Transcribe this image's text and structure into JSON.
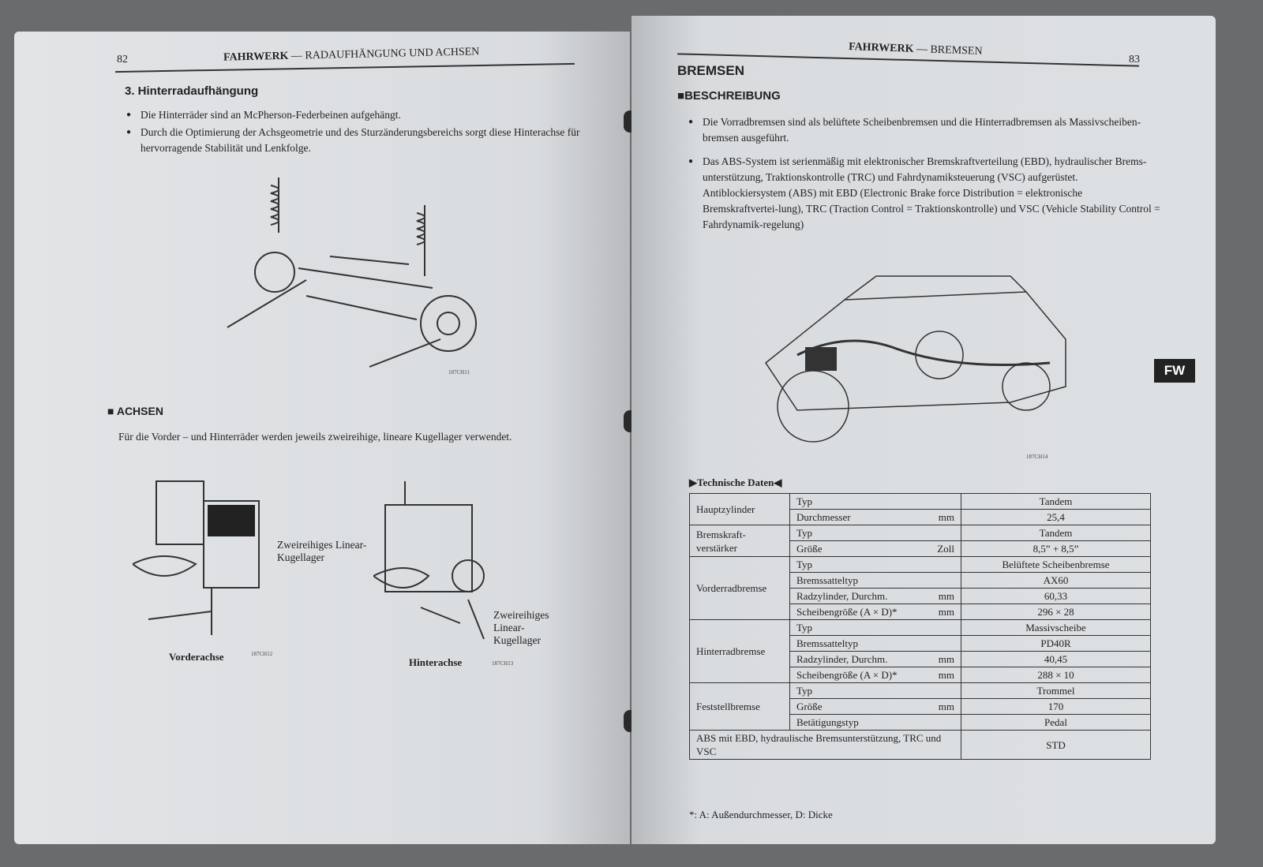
{
  "left_page": {
    "page_number": "82",
    "header_bold": "FAHRWERK",
    "header_rest": " — RADAUFHÄNGUNG UND ACHSEN",
    "section_title": "3. Hinterradaufhängung",
    "bullets": [
      "Die Hinterräder sind an McPherson-Federbeinen aufgehängt.",
      "Durch die Optimierung der Achsgeometrie und des Sturzänderungsbereichs sorgt diese Hinterachse für hervorragende Stabilität und Lenkfolge."
    ],
    "figure1_code": "187CH11",
    "achsen_heading": "ACHSEN",
    "achsen_text": "Für die Vorder – und Hinterräder werden jeweils zweireihige, lineare Kugellager verwendet.",
    "front_label": "Zweireihiges Linear-Kugellager",
    "front_caption": "Vorderachse",
    "front_code": "187CH12",
    "rear_label": "Zweireihiges Linear-Kugellager",
    "rear_caption": "Hinterachse",
    "rear_code": "187CH13"
  },
  "right_page": {
    "page_number": "83",
    "header_bold": "FAHRWERK",
    "header_rest": " — BREMSEN",
    "title": "BREMSEN",
    "section": "BESCHREIBUNG",
    "bullets": [
      "Die Vorradbremsen sind als belüftete Scheibenbremsen und die Hinterradbremsen als Massivscheiben-bremsen ausgeführt.",
      "Das ABS-System ist serienmäßig mit elektronischer Bremskraftverteilung (EBD), hydraulischer Brems-unterstützung, Traktionskontrolle (TRC) und Fahrdynamiksteuerung (VSC) aufgerüstet. Antiblockiersystem (ABS) mit EBD (Electronic Brake force Distribution = elektronische Bremskraftvertei-lung), TRC (Traction Control = Traktionskontrolle) und VSC (Vehicle Stability Control = Fahrdynamik-regelung)"
    ],
    "figure_code": "187CH14",
    "tab_label": "FW",
    "table_title": "Technische Daten",
    "table": [
      {
        "group": "Hauptzylinder",
        "rows": [
          {
            "item": "Typ",
            "unit": "",
            "value": "Tandem"
          },
          {
            "item": "Durchmesser",
            "unit": "mm",
            "value": "25,4"
          }
        ]
      },
      {
        "group": "Bremskraft-verstärker",
        "rows": [
          {
            "item": "Typ",
            "unit": "",
            "value": "Tandem"
          },
          {
            "item": "Größe",
            "unit": "Zoll",
            "value": "8,5” + 8,5”"
          }
        ]
      },
      {
        "group": "Vorderradbremse",
        "rows": [
          {
            "item": "Typ",
            "unit": "",
            "value": "Belüftete Scheibenbremse"
          },
          {
            "item": "Bremssatteltyp",
            "unit": "",
            "value": "AX60"
          },
          {
            "item": "Radzylinder, Durchm.",
            "unit": "mm",
            "value": "60,33"
          },
          {
            "item": "Scheibengröße (A × D)*",
            "unit": "mm",
            "value": "296 × 28"
          }
        ]
      },
      {
        "group": "Hinterradbremse",
        "rows": [
          {
            "item": "Typ",
            "unit": "",
            "value": "Massivscheibe"
          },
          {
            "item": "Bremssatteltyp",
            "unit": "",
            "value": "PD40R"
          },
          {
            "item": "Radzylinder, Durchm.",
            "unit": "mm",
            "value": "40,45"
          },
          {
            "item": "Scheibengröße (A × D)*",
            "unit": "mm",
            "value": "288 × 10"
          }
        ]
      },
      {
        "group": "Feststellbremse",
        "rows": [
          {
            "item": "Typ",
            "unit": "",
            "value": "Trommel"
          },
          {
            "item": "Größe",
            "unit": "mm",
            "value": "170"
          },
          {
            "item": "Betätigungstyp",
            "unit": "",
            "value": "Pedal"
          }
        ]
      }
    ],
    "table_footer_label": "ABS mit EBD, hydraulische Bremsunterstützung, TRC und VSC",
    "table_footer_value": "STD",
    "footnote": "*: A: Außendurchmesser, D: Dicke"
  }
}
